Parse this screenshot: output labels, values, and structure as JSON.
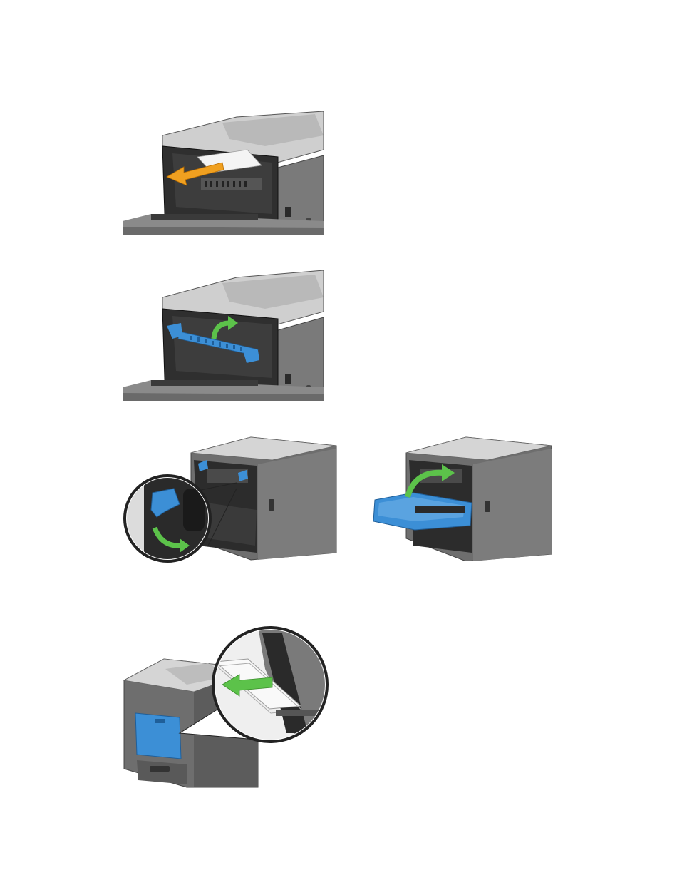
{
  "colors": {
    "printer_body": "#6e6e6e",
    "printer_dark": "#4a4a4a",
    "printer_top": "#d5d5d5",
    "interior": "#2c2c2c",
    "arrow_orange": "#f0a020",
    "arrow_green": "#5cc24a",
    "part_blue": "#3c8fd6"
  },
  "figures": [
    {
      "icon": "pull-jammed-paper-illustration",
      "arrow": "orange"
    },
    {
      "icon": "lower-fuser-lever-illustration",
      "arrow": "green"
    },
    {
      "icon": "rotate-lever-detail-illustration",
      "arrow": "green"
    },
    {
      "icon": "close-rear-cover-illustration",
      "arrow": "green"
    },
    {
      "icon": "insert-paper-mpf-illustration",
      "arrow": "green"
    }
  ]
}
